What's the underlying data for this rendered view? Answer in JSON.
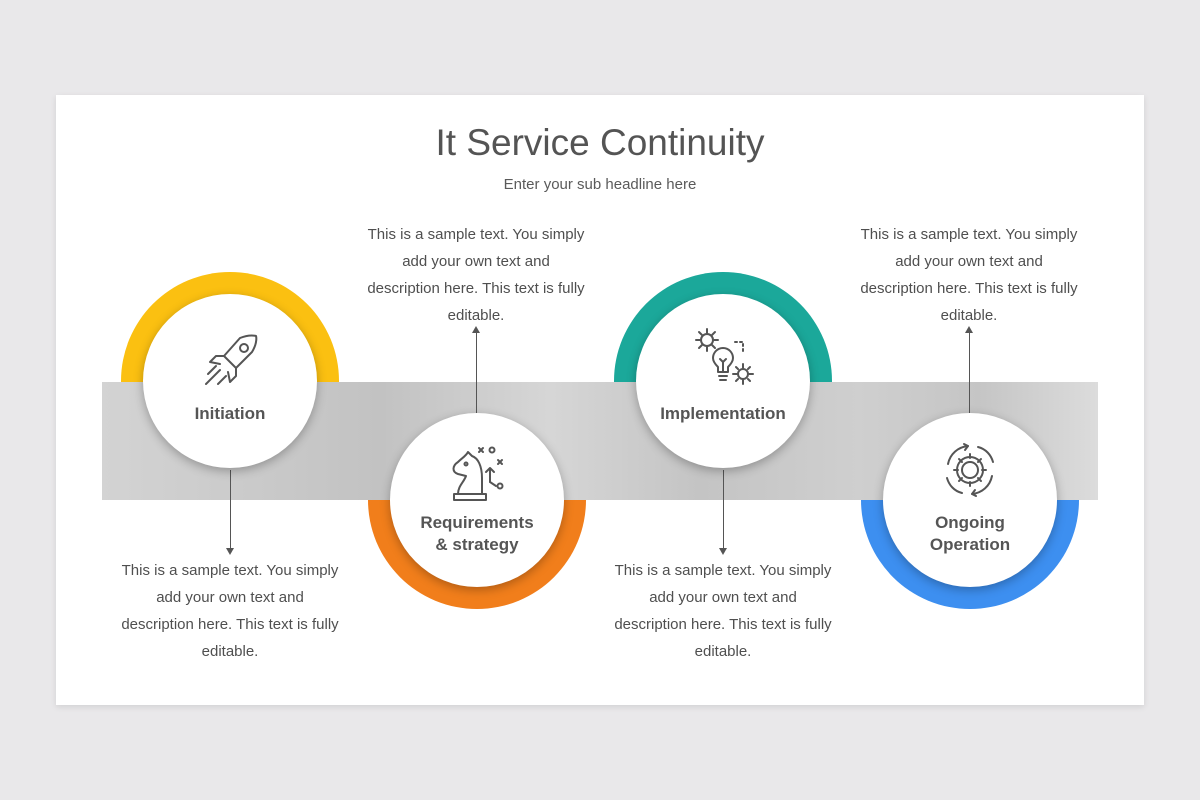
{
  "slide": {
    "title": "It Service Continuity",
    "subtitle": "Enter your sub headline here"
  },
  "steps": [
    {
      "label_line1": "Initiation",
      "label_line2": "",
      "icon": "rocket-icon",
      "color": "#FBC011",
      "description": "This is a sample text. You simply add your own text and description here. This text is fully editable."
    },
    {
      "label_line1": "Requirements",
      "label_line2": "& strategy",
      "icon": "chess-knight-strategy-icon",
      "color": "#F17E1B",
      "description": "This is a sample text. You simply add your own text and description here. This text is fully editable."
    },
    {
      "label_line1": "Implementation",
      "label_line2": "",
      "icon": "gears-lightbulb-icon",
      "color": "#1BA89A",
      "description": "This is a sample text. You simply add your own text and description here. This text is fully editable."
    },
    {
      "label_line1": "Ongoing",
      "label_line2": "Operation",
      "icon": "gear-cycle-icon",
      "color": "#3D8FF0",
      "description": "This is a sample text. You simply add your own text and description here. This text is fully editable."
    }
  ]
}
